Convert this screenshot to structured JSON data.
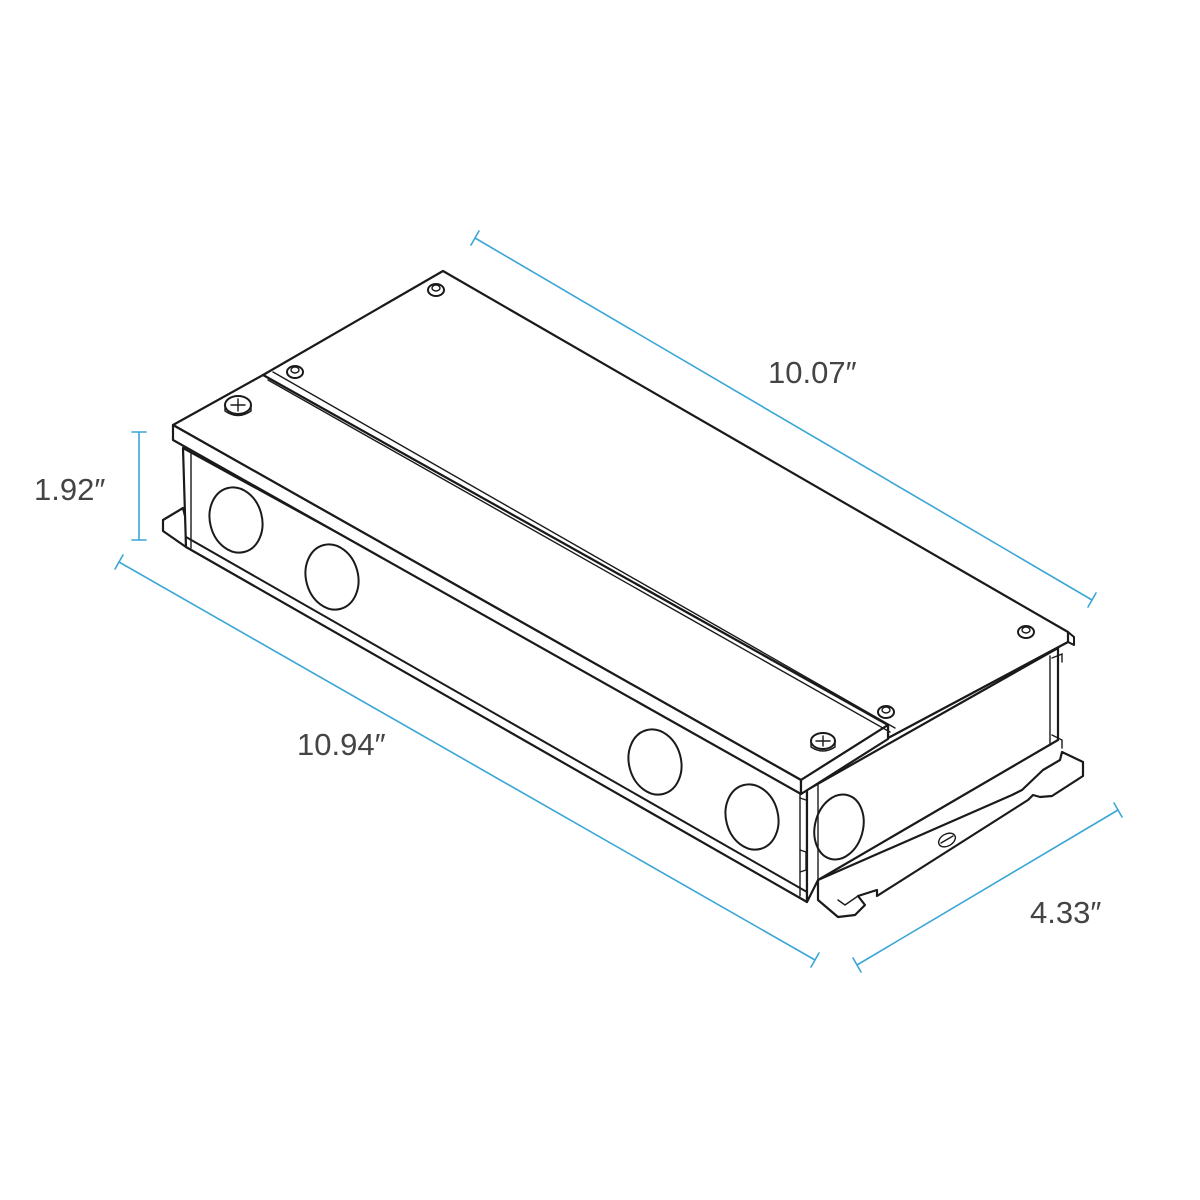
{
  "colors": {
    "dimension": "#3aa6d6",
    "dimension_text": "#444444",
    "outline": "#1a1a1a",
    "background": "#ffffff"
  },
  "dimensions": {
    "top_length": "10.07″",
    "height": "1.92″",
    "side_length": "10.94″",
    "depth": "4.33″"
  }
}
